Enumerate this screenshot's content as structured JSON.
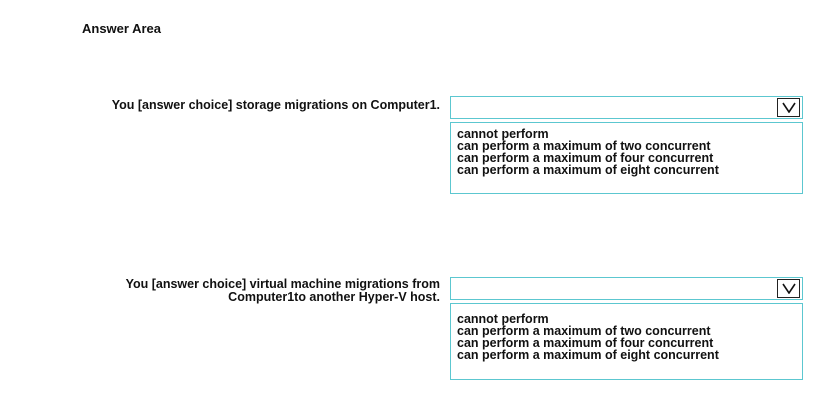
{
  "answer_area": {
    "title": "Answer Area"
  },
  "questions": [
    {
      "text": "You [answer choice] storage migrations on Computer1.",
      "options": [
        "cannot perform",
        "can perform a maximum of two concurrent",
        "can perform a maximum of four concurrent",
        "can perform a maximum of eight concurrent"
      ]
    },
    {
      "text": "You [answer choice] virtual machine migrations from\nComputer1to another Hyper-V host.",
      "options": [
        "cannot perform",
        "can perform a maximum of two concurrent",
        "can perform a maximum of four concurrent",
        "can perform a maximum of eight concurrent"
      ]
    }
  ],
  "colors": {
    "dropdown_border": "#5cc7d0",
    "text": "#111111"
  },
  "icons": {
    "dropdown_toggle": "chevron-down-icon"
  }
}
